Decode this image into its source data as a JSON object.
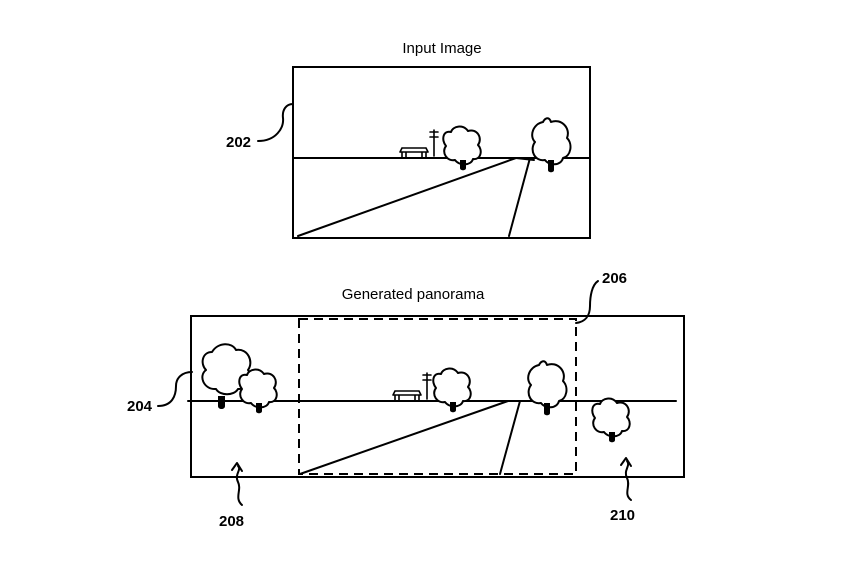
{
  "input_image": {
    "title": "Input Image",
    "ref_label": "202"
  },
  "panorama": {
    "title": "Generated panorama",
    "ref_panorama": "204",
    "ref_input_region": "206",
    "ref_left_extension": "208",
    "ref_right_extension": "210"
  }
}
